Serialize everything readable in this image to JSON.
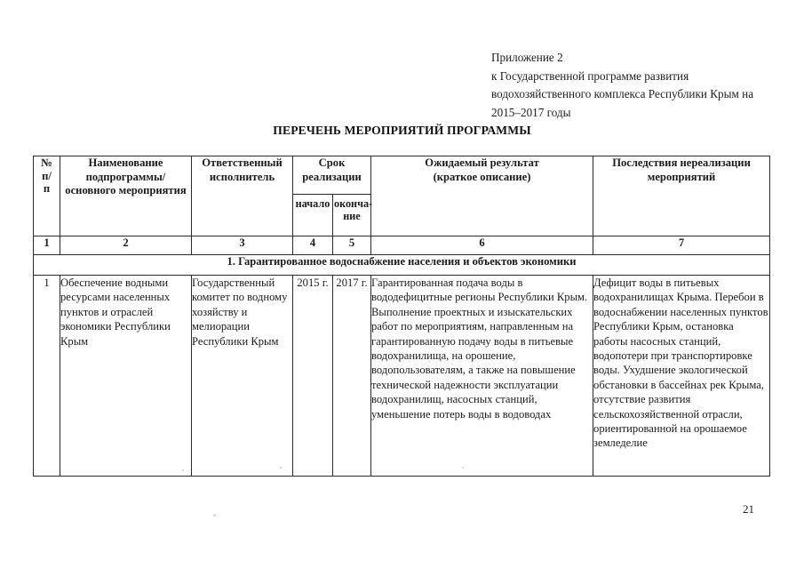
{
  "document": {
    "header_lines": [
      "Приложение  2",
      "к Государственной программе развития",
      "водохозяйственного комплекса Республики Крым на",
      "2015–2017 годы"
    ],
    "title": "ПЕРЕЧЕНЬ МЕРОПРИЯТИЙ ПРОГРАММЫ",
    "page_number": "21"
  },
  "table": {
    "headers": {
      "col1": "№\nп/\nп",
      "col1_line1": "№",
      "col1_line2": "п/",
      "col1_line3": "п",
      "col2": "Наименование\nподпрограммы/\nосновного мероприятия",
      "col2_line1": "Наименование",
      "col2_line2": "подпрограммы/",
      "col2_line3": "основного мероприятия",
      "col3": "Ответственный\nисполнитель",
      "col3_line1": "Ответственный",
      "col3_line2": "исполнитель",
      "group_term": "Срок\nреализации",
      "group_term_line1": "Срок",
      "group_term_line2": "реализации",
      "col4": "начало",
      "col5": "оконча-\nние",
      "col5_line1": "оконча-",
      "col5_line2": "ние",
      "col6": "Ожидаемый результат\n(краткое описание)",
      "col6_line1": "Ожидаемый результат",
      "col6_line2": "(краткое описание)",
      "col7": "Последствия нереализации\nмероприятий",
      "col7_line1": "Последствия нереализации",
      "col7_line2": "мероприятий"
    },
    "column_numbers": [
      "1",
      "2",
      "3",
      "4",
      "5",
      "6",
      "7"
    ],
    "sections": [
      {
        "heading": "1. Гарантированное водоснабжение населения и объектов экономики",
        "rows": [
          {
            "num": "1",
            "subprogram": "Обеспечение водными ресурсами населенных пунктов и отраслей экономики Республики Крым",
            "executor": "Государственный комитет по водному хозяйству и мелиорации Республики Крым",
            "start": "2015 г.",
            "end": "2017 г.",
            "expected_result": "Гарантированная подача воды в вододефицитные  регионы Республики Крым. Выполнение проектных и изыскательских работ по мероприятиям, направленным на гарантированную подачу воды в питьевые водохранилища, на орошение, водопользователям, а также на повышение технической надежности эксплуатации водохранилищ, насосных станций, уменьшение потерь воды в водоводах",
            "consequences": "Дефицит воды в питьевых водохранилищах Крыма. Перебои в водоснабжении населенных пунктов Республики Крым, остановка работы насосных станций, водопотери при транспортировке воды. Ухудшение экологической обстановки в бассейнах рек Крыма,  отсутствие развития сельскохозяйственной отрасли, ориентированной на орошаемое земледелие"
          }
        ]
      }
    ]
  }
}
